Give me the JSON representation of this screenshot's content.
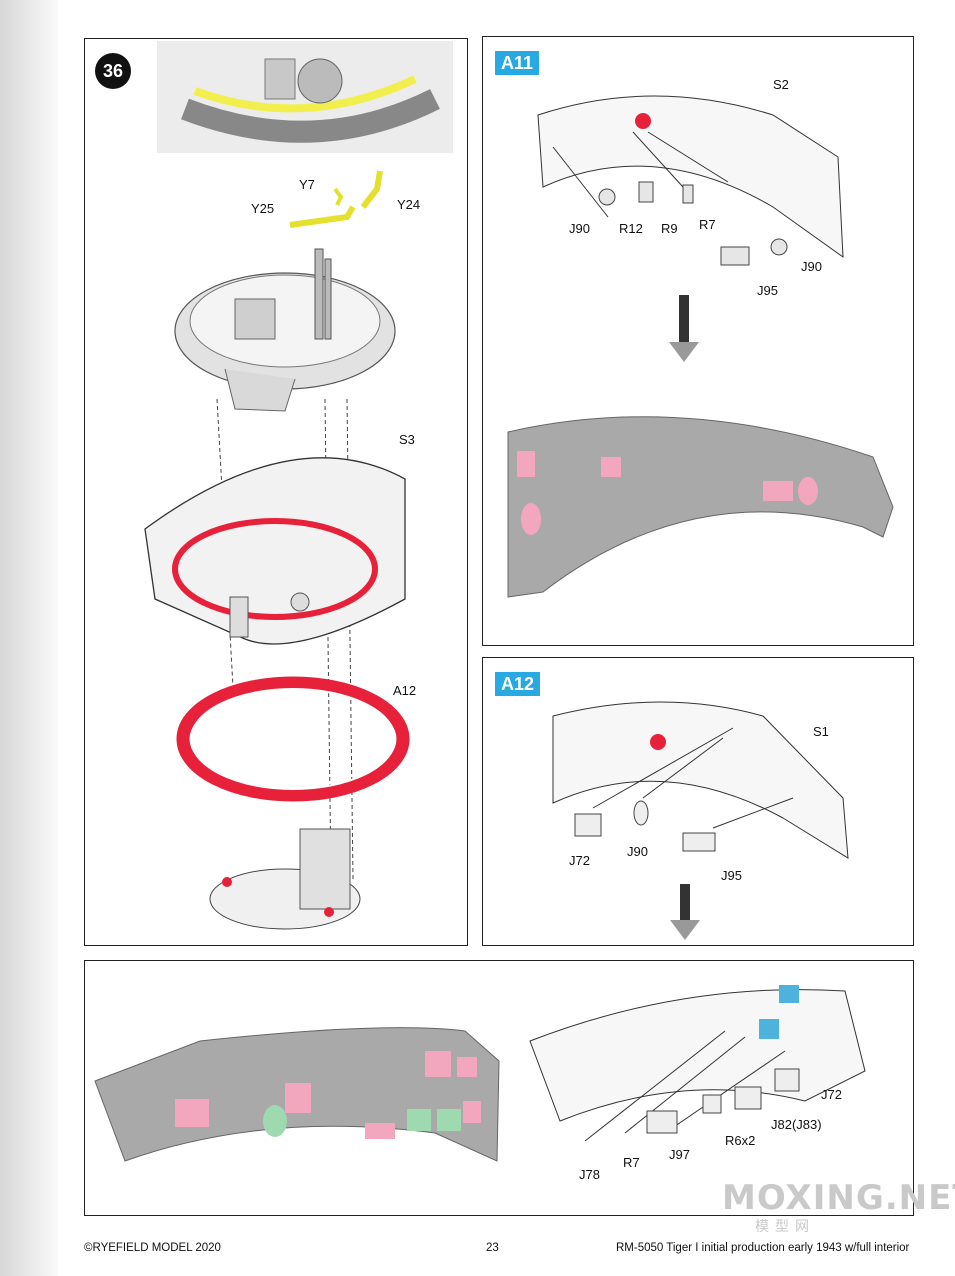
{
  "step_number": "36",
  "panel_a11": {
    "badge": "A11",
    "labels": [
      "S2",
      "J90",
      "R12",
      "R9",
      "R7",
      "J95",
      "J90"
    ]
  },
  "panel_a12": {
    "badge": "A12",
    "labels": [
      "S1",
      "J72",
      "J90",
      "J95"
    ]
  },
  "main_labels": {
    "y7": "Y7",
    "y25": "Y25",
    "y24": "Y24",
    "s3": "S3",
    "a12": "A12"
  },
  "bottom_labels": {
    "j72": "J72",
    "j82": "J82(J83)",
    "r6x2": "R6x2",
    "j97": "J97",
    "r7": "R7",
    "j78": "J78"
  },
  "footer": {
    "copyright": "©RYEFIELD MODEL 2020",
    "page_number": "23",
    "product": "RM-5050 Tiger I initial production early 1943 w/full interior"
  },
  "watermark": {
    "text": "MOXING.NET",
    "cn": "模型网"
  },
  "colors": {
    "badge": "#29a9e1",
    "highlight_red": "#e8213a",
    "part_pink": "#f2a7bf",
    "part_green": "#9ed9b0",
    "part_blue": "#4db3dc",
    "part_yellow": "#f2ee4b",
    "hull_grey": "#a9a9a9"
  }
}
